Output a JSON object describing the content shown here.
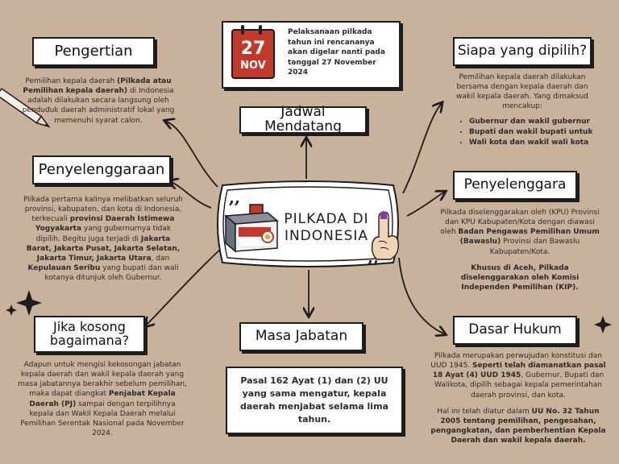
{
  "center": {
    "line1": "PILKADA DI",
    "line2": "INDONESIA"
  },
  "calendar": {
    "day": "27",
    "month": "NOV"
  },
  "announcement": "Pelaksanaan pilkada tahun ini rencananya akan digelar nanti pada tanggal 27 November 2024",
  "jadwal": {
    "title": "Jadwal Mendatang"
  },
  "pengertian": {
    "title": "Pengertian",
    "t1": "Pemilihan kepala daerah ",
    "b1": "(Pilkada atau Pemilihan kepala daerah)",
    "t2": " di Indonesia adalah dilakukan secara langsung oleh penduduk daerah administratif lokal yang memenuhi syarat calon."
  },
  "penyelenggaraan": {
    "title": "Penyelenggaraan",
    "t1": "Pilkada pertama kalinya melibatkan seluruh provinsi, kabupaten, dan kota di Indonesia, terkecuali ",
    "b1": "provinsi Daerah Istimewa Yogyakarta",
    "t2": " yang gubernurnya tidak dipilih. Begitu juga terjadi di ",
    "b2": "Jakarta Barat, Jakarta Pusat, Jakarta Selatan, Jakarta Timur, Jakarta Utara",
    "t3": ", dan ",
    "b3": "Kepulauan Seribu",
    "t4": " yang bupati dan wali kotanya ditunjuk oleh Gubernur."
  },
  "jika_kosong": {
    "title": "Jika kosong bagaimana?",
    "t1": "Adapun untuk mengisi kekosongan jabatan kepala daerah dan wakil kepala daerah yang masa jabatannya berakhir sebelum pemilihan, maka dapat diangkat ",
    "b1": "Penjabat Kepala Daerah (PJ)",
    "t2": " sampai dengan terpilihnya kepala dan Wakil Kepala Daerah melalui Pemilihan Serentak Nasional pada November 2024."
  },
  "masa_jabatan": {
    "title": "Masa Jabatan",
    "body": "Pasal 162 Ayat (1) dan (2) UU yang sama mengatur, kepala daerah menjabat selama lima tahun."
  },
  "siapa": {
    "title": "Siapa yang dipilih?",
    "body": "Pemilihan kepala daerah dilakukan bersama dengan kepala daerah dan wakil kepala daerah. Yang dimaksud mencakup:",
    "items": [
      "Gubernur dan wakil gubernur",
      "Bupati dan wakil bupati untuk",
      "Wali kota dan wakil wali kota"
    ]
  },
  "penyelenggara": {
    "title": "Penyelenggara",
    "t1": "Pilkada diselenggarakan oleh  (KPU) Provinsi dan KPU Kabupaten/Kota dengan diawasi oleh ",
    "b1": "Badan Pengawas Pemilihan Umum (Bawaslu)",
    "t2": " Provinsi dan Bawaslu Kabupaten/Kota.",
    "b2": "Khusus di Aceh, Pilkada diselenggarakan oleh Komisi Independen Pemilihan (KIP)."
  },
  "dasar_hukum": {
    "title": "Dasar Hukum",
    "t1": "Pilkada merupakan perwujudan konstitusi dan UUD 1945. ",
    "b1": "Seperti telah diamanatkan pasal 18 Ayat (4) UUD 1945",
    "t2": ", Gubernur, Bupati dan Walikota, dipilih sebagai kepala pemerintahan daerah provinsi, dan kota.",
    "t3": "Hal ini telah diatur dalam ",
    "b2": "UU No. 32 Tahun 2005 tentang pemilihan, pengesahan, pengangkatan, dan pemberhentian Kepala Daerah dan wakil kepala daerah."
  },
  "colors": {
    "background": "#c9b29c",
    "accent_red": "#c0392b",
    "ink": "#1d1d1d"
  }
}
